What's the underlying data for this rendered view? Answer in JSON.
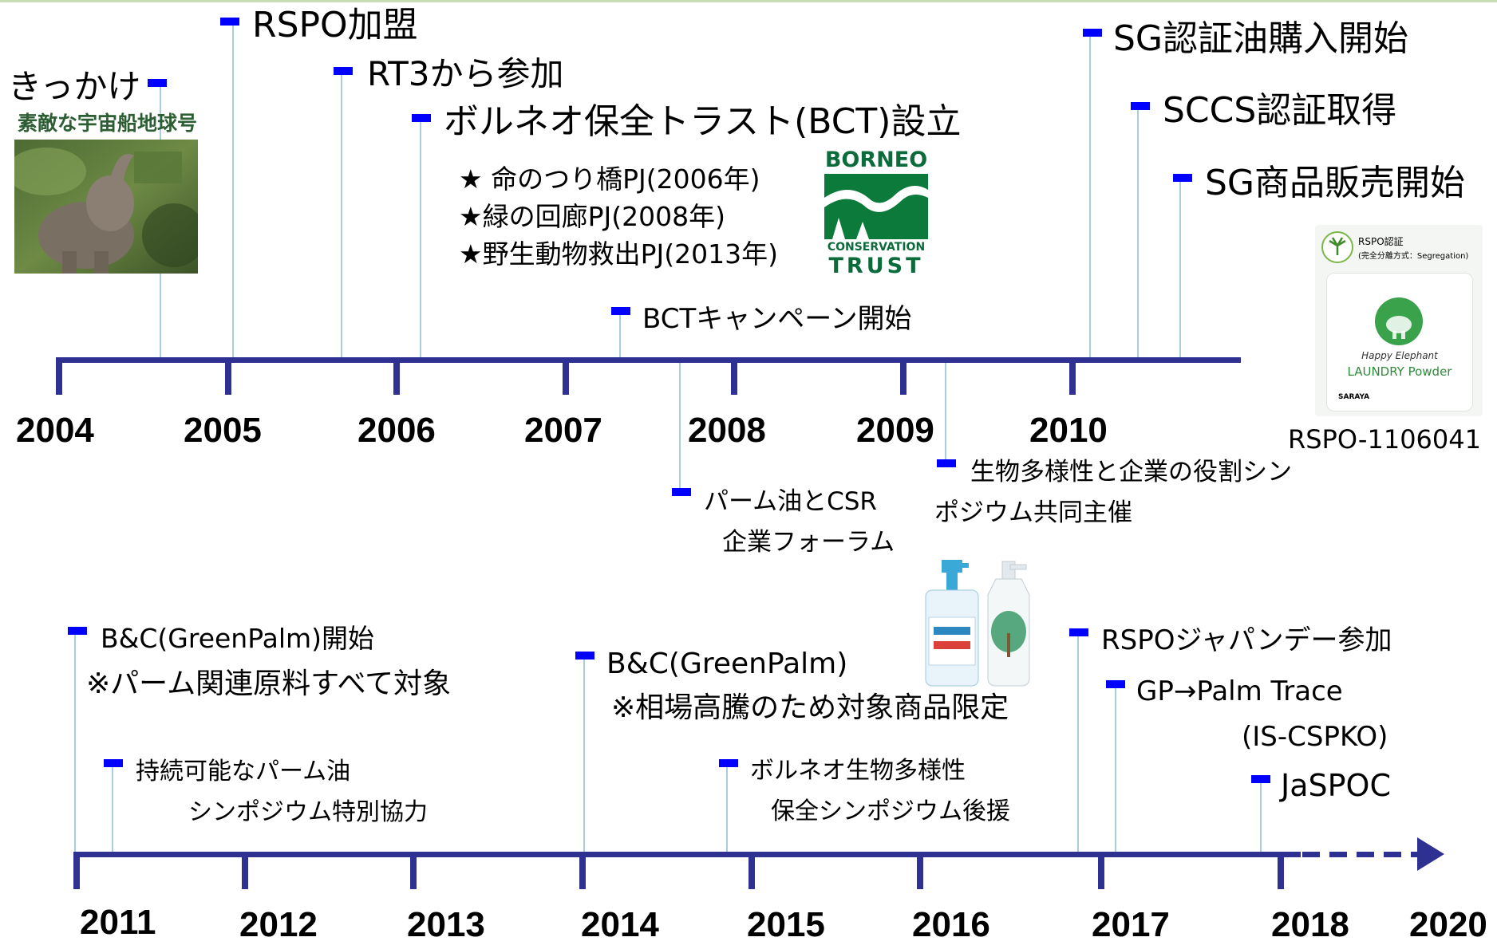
{
  "timeline1": {
    "years": [
      "2004",
      "2005",
      "2006",
      "2007",
      "2008",
      "2009",
      "2010"
    ],
    "events": {
      "kikkake": "きっかけ",
      "book_title": "素敵な宇宙船地球号",
      "rspo_join": "RSPO加盟",
      "rt3": "RT3から参加",
      "bct": "ボルネオ保全トラスト(BCT)設立",
      "bct_pj1": "★ 命のつり橋PJ(2006年)",
      "bct_pj2": "★緑の回廊PJ(2008年)",
      "bct_pj3": "★野生動物救出PJ(2013年)",
      "bct_logo_top": "BORNEO",
      "bct_logo_mid": "CONSERVATION",
      "bct_logo_bottom": "TRUST",
      "bct_campaign": "BCTキャンペーン開始",
      "palm_forum_1": "パーム油とCSR",
      "palm_forum_2": "企業フォーラム",
      "bio_sympo_1": "生物多様性と企業の役割シン",
      "bio_sympo_2": "ポジウム共同主催",
      "sg_oil": "SG認証油購入開始",
      "sccs": "SCCS認証取得",
      "sg_sales": "SG商品販売開始",
      "rspo_cert_label": "RSPO認証",
      "rspo_cert_sub": "(完全分離方式：Segregation)",
      "product_brand": "Happy Elephant",
      "product_name": "LAUNDRY Powder",
      "product_maker": "SARAYA",
      "rspo_number": "RSPO-1106041"
    }
  },
  "timeline2": {
    "years": [
      "2011",
      "2012",
      "2013",
      "2014",
      "2015",
      "2016",
      "2017",
      "2018",
      "2020"
    ],
    "events": {
      "bc_start": "B&C(GreenPalm)開始",
      "bc_start_note": "※パーム関連原料すべて対象",
      "sustain_sympo_1": "持続可能なパーム油",
      "sustain_sympo_2": "シンポジウム特別協力",
      "bc_2014": "B&C(GreenPalm)",
      "bc_2014_note": "※相場高騰のため対象商品限定",
      "borneo_sympo_1": "ボルネオ生物多様性",
      "borneo_sympo_2": "保全シンポジウム後援",
      "rspo_japan": "RSPOジャパンデー参加",
      "gp_trace": "GP→Palm Trace",
      "is_cspko": "(IS-CSPKO)",
      "jaspoc": "JaSPOC"
    }
  },
  "colors": {
    "axis": "#2e3192",
    "flag": "#0000ff",
    "connector": "#a9cde0"
  }
}
